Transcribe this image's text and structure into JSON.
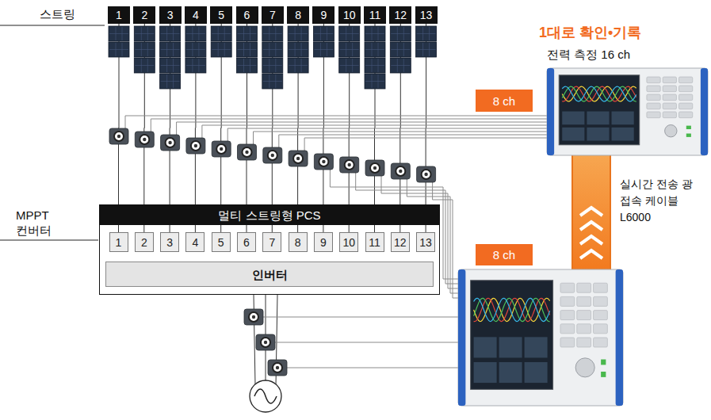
{
  "diagram": {
    "nodes": [
      {
        "text": [
          "1"
        ]
      },
      {
        "text": [
          "2"
        ]
      },
      {
        "text": [
          "3"
        ]
      },
      {
        "text": [
          "4"
        ]
      },
      {
        "text": [
          "5"
        ]
      },
      {
        "text": [
          "6"
        ]
      },
      {
        "text": [
          "7"
        ]
      },
      {
        "text": [
          "8"
        ]
      },
      {
        "text": [
          "9"
        ]
      },
      {
        "text": [
          "10"
        ]
      },
      {
        "text": [
          "11"
        ]
      },
      {
        "text": [
          "12"
        ]
      },
      {
        "text": [
          "13"
        ]
      },
      {
        "text": [
          "멀티 스트링형 PCS"
        ]
      },
      {
        "text": [
          "1"
        ],
        "in": 13
      },
      {
        "text": [
          "2"
        ],
        "in": 13
      },
      {
        "text": [
          "3"
        ],
        "in": 13
      },
      {
        "text": [
          "4"
        ],
        "in": 13
      },
      {
        "text": [
          "5"
        ],
        "in": 13
      },
      {
        "text": [
          "6"
        ],
        "in": 13
      },
      {
        "text": [
          "7"
        ],
        "in": 13
      },
      {
        "text": [
          "8"
        ],
        "in": 13
      },
      {
        "text": [
          "9"
        ],
        "in": 13
      },
      {
        "text": [
          "10"
        ],
        "in": 13
      },
      {
        "text": [
          "11"
        ],
        "in": 13
      },
      {
        "text": [
          "12"
        ],
        "in": 13
      },
      {
        "text": [
          "13"
        ],
        "in": 13
      },
      {
        "text": [
          "인버터"
        ],
        "in": 13
      },
      {
        "text": [
          "8 ch"
        ]
      },
      {
        "text": [
          "8 ch"
        ]
      }
    ],
    "edges": [
      {
        "from": 0,
        "to": 14,
        "arrow": "none"
      },
      {
        "from": 1,
        "to": 15,
        "arrow": "none"
      },
      {
        "from": 2,
        "to": 16,
        "arrow": "none"
      },
      {
        "from": 3,
        "to": 17,
        "arrow": "none"
      },
      {
        "from": 4,
        "to": 18,
        "arrow": "none"
      },
      {
        "from": 5,
        "to": 19,
        "arrow": "none"
      },
      {
        "from": 6,
        "to": 20,
        "arrow": "none"
      },
      {
        "from": 7,
        "to": 21,
        "arrow": "none"
      },
      {
        "from": 8,
        "to": 22,
        "arrow": "none"
      },
      {
        "from": 9,
        "to": 23,
        "arrow": "none"
      },
      {
        "from": 10,
        "to": 24,
        "arrow": "none"
      },
      {
        "from": 11,
        "to": 25,
        "arrow": "none"
      },
      {
        "from": 12,
        "to": 26,
        "arrow": "none"
      }
    ],
    "labels": [
      "스트링",
      "MPPT 컨버터",
      "1대로 확인•기록",
      "전력 측정 16 ch",
      "실시간 전송 광접속 케이블 L6000"
    ]
  }
}
